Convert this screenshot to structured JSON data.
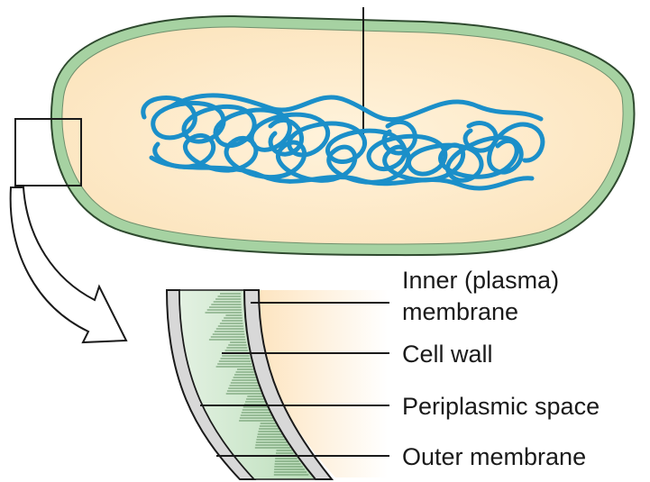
{
  "labels": {
    "inner_membrane_line1": "Inner (plasma)",
    "inner_membrane_line2": "membrane",
    "cell_wall": "Cell wall",
    "periplasmic_space": "Periplasmic space",
    "outer_membrane": "Outer membrane"
  },
  "colors": {
    "cytoplasm": "#fde9c6",
    "envelope": "#9ccf99",
    "envelope_outline": "#2f4a2f",
    "dna": "#1b8fc9",
    "membrane": "#d6d6d6",
    "cell_wall": "#cfe8cf",
    "hatch": "#5f8f5f",
    "leader": "#1a1a1a"
  },
  "icons": {
    "zoom_arrow": "curved-arrow-icon"
  }
}
